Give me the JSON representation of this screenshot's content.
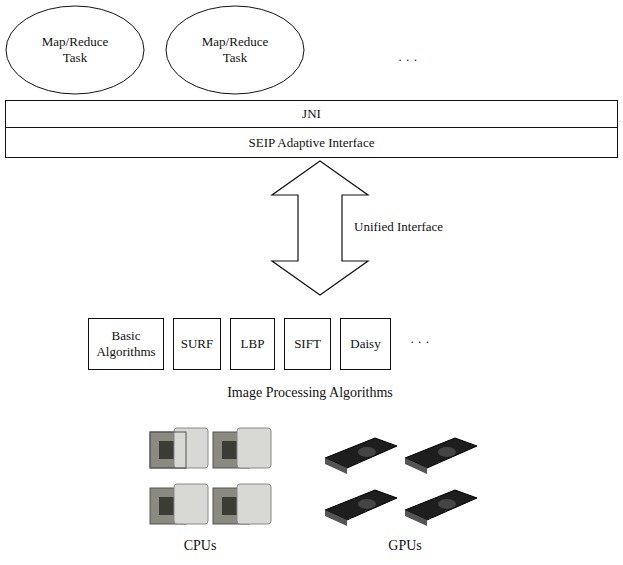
{
  "diagram": {
    "nodes": [
      {
        "text": [
          "Map/Reduce Task"
        ]
      },
      {
        "text": [
          "Map/Reduce Task"
        ]
      },
      {
        "text": [
          "JNI"
        ]
      },
      {
        "text": [
          "SEIP Adaptive Interface"
        ]
      },
      {
        "text": [
          "Image Processing Algorithms"
        ]
      },
      {
        "text": [
          "Basic Algorithms"
        ],
        "in": 4
      },
      {
        "text": [
          "SURF"
        ],
        "in": 4
      },
      {
        "text": [
          "LBP"
        ],
        "in": 4
      },
      {
        "text": [
          "SIFT"
        ],
        "in": 4
      },
      {
        "text": [
          "Daisy"
        ],
        "in": 4
      }
    ],
    "edges": [
      {
        "from": 3,
        "to": 4,
        "label": "Unified Interface",
        "arrow": "both"
      }
    ],
    "labels": [
      "· · ·",
      "· · ·",
      "CPUs",
      "GPUs"
    ]
  }
}
